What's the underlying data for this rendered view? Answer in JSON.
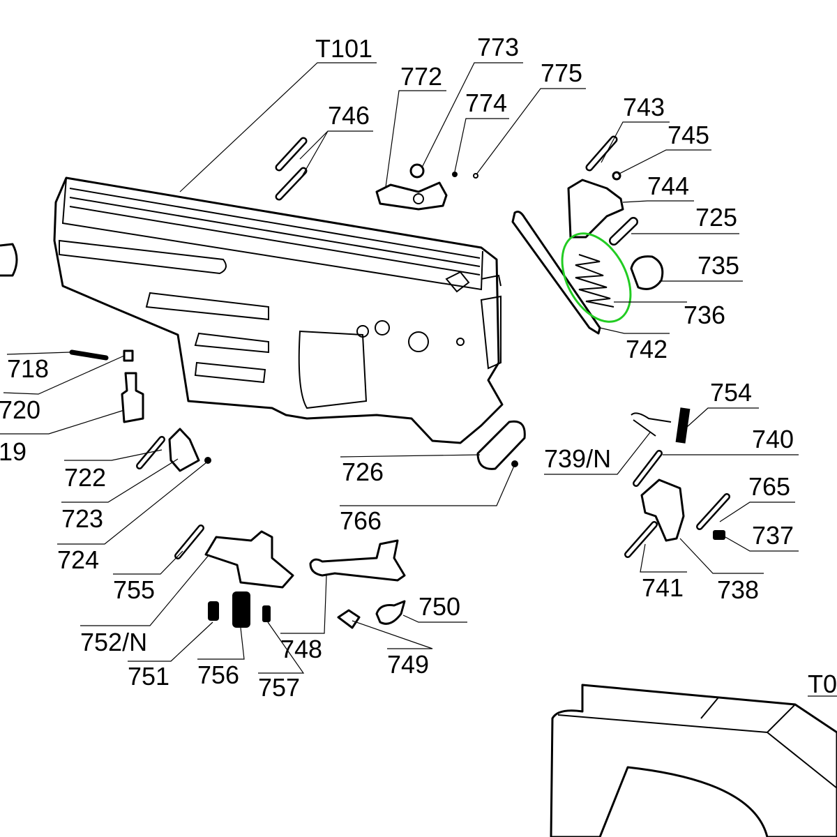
{
  "diagram": {
    "labels": {
      "T101": "T101",
      "773": "773",
      "772": "772",
      "775": "775",
      "774": "774",
      "746": "746",
      "743": "743",
      "745": "745",
      "744": "744",
      "725": "725",
      "735": "735",
      "736": "736",
      "742": "742",
      "718": "718",
      "720": "720",
      "719": "19",
      "722": "722",
      "723": "723",
      "724": "724",
      "726": "726",
      "766": "766",
      "739N": "739/N",
      "754": "754",
      "740": "740",
      "765": "765",
      "737": "737",
      "741": "741",
      "738": "738",
      "755": "755",
      "752N": "752/N",
      "751": "751",
      "756": "756",
      "757": "757",
      "748": "748",
      "749": "749",
      "750": "750",
      "T0": "T0"
    },
    "highlight_color": "#22cc22",
    "highlighted_part": "742"
  }
}
